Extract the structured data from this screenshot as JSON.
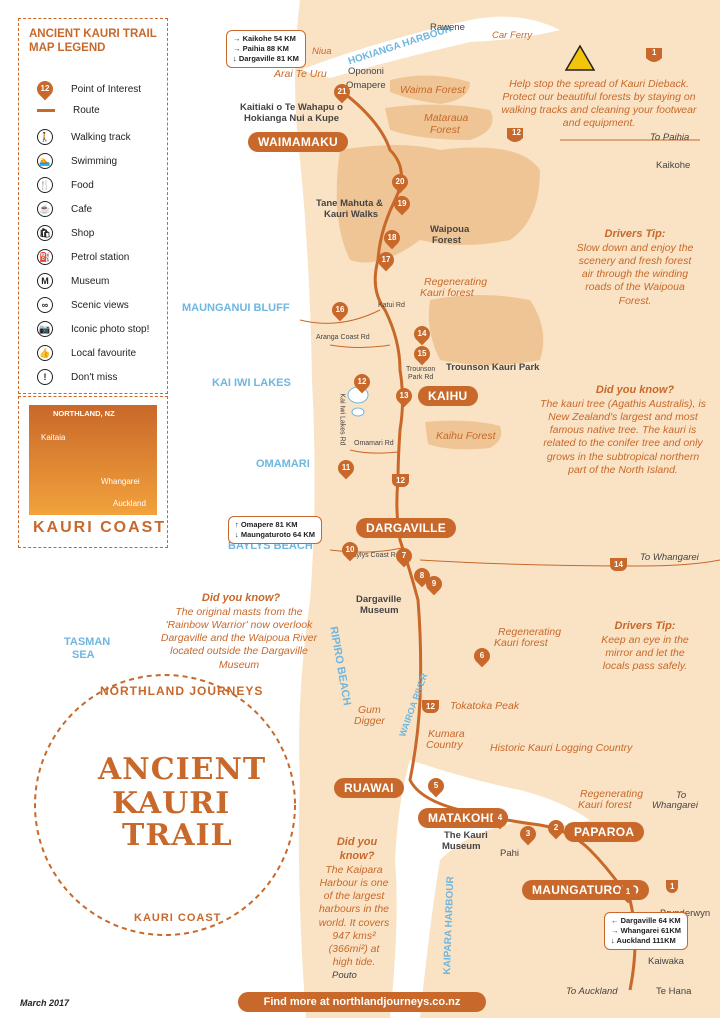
{
  "legend": {
    "title_line1": "ANCIENT KAURI TRAIL",
    "title_line2": "MAP LEGEND",
    "items": [
      {
        "label": "Point of Interest",
        "icon": "pin-icon"
      },
      {
        "label": "Route",
        "icon": "route-line-icon"
      },
      {
        "label": "Walking track",
        "icon": "walking-icon"
      },
      {
        "label": "Swimming",
        "icon": "swimming-icon"
      },
      {
        "label": "Food",
        "icon": "food-icon"
      },
      {
        "label": "Cafe",
        "icon": "cafe-icon"
      },
      {
        "label": "Shop",
        "icon": "shop-icon"
      },
      {
        "label": "Petrol station",
        "icon": "petrol-icon"
      },
      {
        "label": "Museum",
        "icon": "museum-icon"
      },
      {
        "label": "Scenic views",
        "icon": "scenic-icon"
      },
      {
        "label": "Iconic photo stop!",
        "icon": "camera-icon"
      },
      {
        "label": "Local favourite",
        "icon": "thumbs-up-icon"
      },
      {
        "label": "Don't miss",
        "icon": "exclamation-icon"
      }
    ],
    "pin_number": "12"
  },
  "inset": {
    "region": "NORTHLAND, NZ",
    "kaitaia": "Kaitaia",
    "whangarei": "Whangarei",
    "auckland": "Auckland",
    "brand": "KAURI COAST"
  },
  "towns": {
    "waimamaku": "WAIMAMAKU",
    "kaihu": "KAIHU",
    "dargaville": "DARGAVILLE",
    "ruawai": "RUAWAI",
    "matakohe": "MATAKOHE",
    "paparoa": "PAPAROA",
    "maungaturoto": "MAUNGATUROTO"
  },
  "places": {
    "hokianga_harbour": "HOKIANGA HARBOUR",
    "rawene": "Rawene",
    "car_ferry": "Car Ferry",
    "niua": "Niua",
    "opononi": "Opononi",
    "omapere": "Omapere",
    "arai_te_uru": "Arai Te Uru",
    "kaitiaki": "Kaitiaki o Te Wahapu o",
    "kaitiaki2": "Hokianga Nui a Kupe",
    "waima_forest": "Waima Forest",
    "mataraua_forest": "Mataraua",
    "mataraua_forest2": "Forest",
    "to_paihia": "To Paihia",
    "kaikohe": "Kaikohe",
    "tane_mahuta": "Tane Mahuta &",
    "tane_mahuta2": "Kauri Walks",
    "waipoua_forest": "Waipoua",
    "waipoua_forest2": "Forest",
    "regen1": "Regenerating",
    "regen1b": "Kauri forest",
    "maunganui_bluff": "MAUNGANUI BLUFF",
    "katui_rd": "Katui Rd",
    "aranga_coast_rd": "Aranga Coast Rd",
    "trounson_park_rd": "Trounson",
    "trounson_park_rd2": "Park Rd",
    "trounson_kauri_park": "Trounson Kauri Park",
    "kai_iwi_lakes": "KAI IWI LAKES",
    "kai_iwi_lakes_rd": "Kai Iwi Lakes Rd",
    "kaihu_forest": "Kaihu Forest",
    "omamari": "OMAMARI",
    "omamari_rd": "Omamari Rd",
    "baylys_beach": "BAYLYS BEACH",
    "baylys_coast_rd": "Baylys Coast Rd",
    "to_whangarei": "To Whangarei",
    "dargaville_museum": "Dargaville",
    "dargaville_museum2": "Museum",
    "tasman_sea": "TASMAN",
    "tasman_sea2": "SEA",
    "ripiro_beach": "RIPIRO BEACH",
    "wairoa_river": "WAIROA RIVER",
    "regen2": "Regenerating",
    "regen2b": "Kauri forest",
    "tokatoka_peak": "Tokatoka Peak",
    "gum_digger": "Gum",
    "gum_digger2": "Digger",
    "kumara_country": "Kumara",
    "kumara_country2": "Country",
    "historic_logging": "Historic Kauri Logging Country",
    "regen3": "Regenerating",
    "regen3b": "Kauri forest",
    "to_whangarei2": "To",
    "to_whangarei2b": "Whangarei",
    "kauri_museum": "The Kauri",
    "kauri_museum2": "Museum",
    "pahi": "Pahi",
    "kaipara_harbour": "KAIPARA HARBOUR",
    "brynderwyn": "Brynderwyn",
    "kaiwaka": "Kaiwaka",
    "to_auckland": "To Auckland",
    "te_hana": "Te Hana",
    "pouto": "Pouto"
  },
  "notes": {
    "dieback": "Help stop the spread of Kauri Dieback. Protect our beautiful forests by staying on walking tracks and cleaning your footwear and equipment.",
    "drivers1_title": "Drivers Tip:",
    "drivers1": "Slow down and enjoy the scenery and fresh forest air through the winding roads of the Waipoua Forest.",
    "dyk1_title": "Did you know?",
    "dyk1": "The kauri tree (Agathis Australis), is New Zealand's largest and most famous native tree. The kauri is related to the conifer tree and only grows in the subtropical northern part of the North Island.",
    "dyk2_title": "Did you know?",
    "dyk2": "The original masts from the 'Rainbow Warrior' now overlook Dargaville and the Waipoua River located outside the Dargaville Museum",
    "drivers2_title": "Drivers Tip:",
    "drivers2": "Keep an eye in the mirror and let the locals pass safely.",
    "dyk3_title": "Did you know?",
    "dyk3": "The Kaipara Harbour is one of the largest harbours in the world. It covers 947 kms² (366mi²) at high tide."
  },
  "distances": {
    "top": [
      "→ Kaikohe 54 KM",
      "→ Paihia 88 KM",
      "↓ Dargaville 81 KM"
    ],
    "dargaville": [
      "↑ Omapere 81 KM",
      "↓ Maungaturoto 64 KM"
    ],
    "maungaturoto": [
      "← Dargaville 64 KM",
      "→ Whangarei 61KM",
      "↓ Auckland 111KM"
    ]
  },
  "highways": {
    "h12": "12",
    "h1": "1",
    "h14": "14"
  },
  "pins": [
    "21",
    "20",
    "19",
    "18",
    "17",
    "16",
    "15",
    "14",
    "13",
    "12",
    "11",
    "10",
    "9",
    "8",
    "7",
    "6",
    "5",
    "4",
    "3",
    "2",
    "1"
  ],
  "brand": {
    "arc_top": "NORTHLAND JOURNEYS",
    "title1": "ANCIENT",
    "title2": "KAURI",
    "title3": "TRAIL",
    "arc_bottom": "KAURI COAST"
  },
  "footer": "Find more at northlandjourneys.co.nz",
  "date": "March 2017",
  "colors": {
    "orange": "#c8682a",
    "sand": "#fae3c4",
    "forest": "#efc595",
    "blue": "#6fb6e0"
  }
}
